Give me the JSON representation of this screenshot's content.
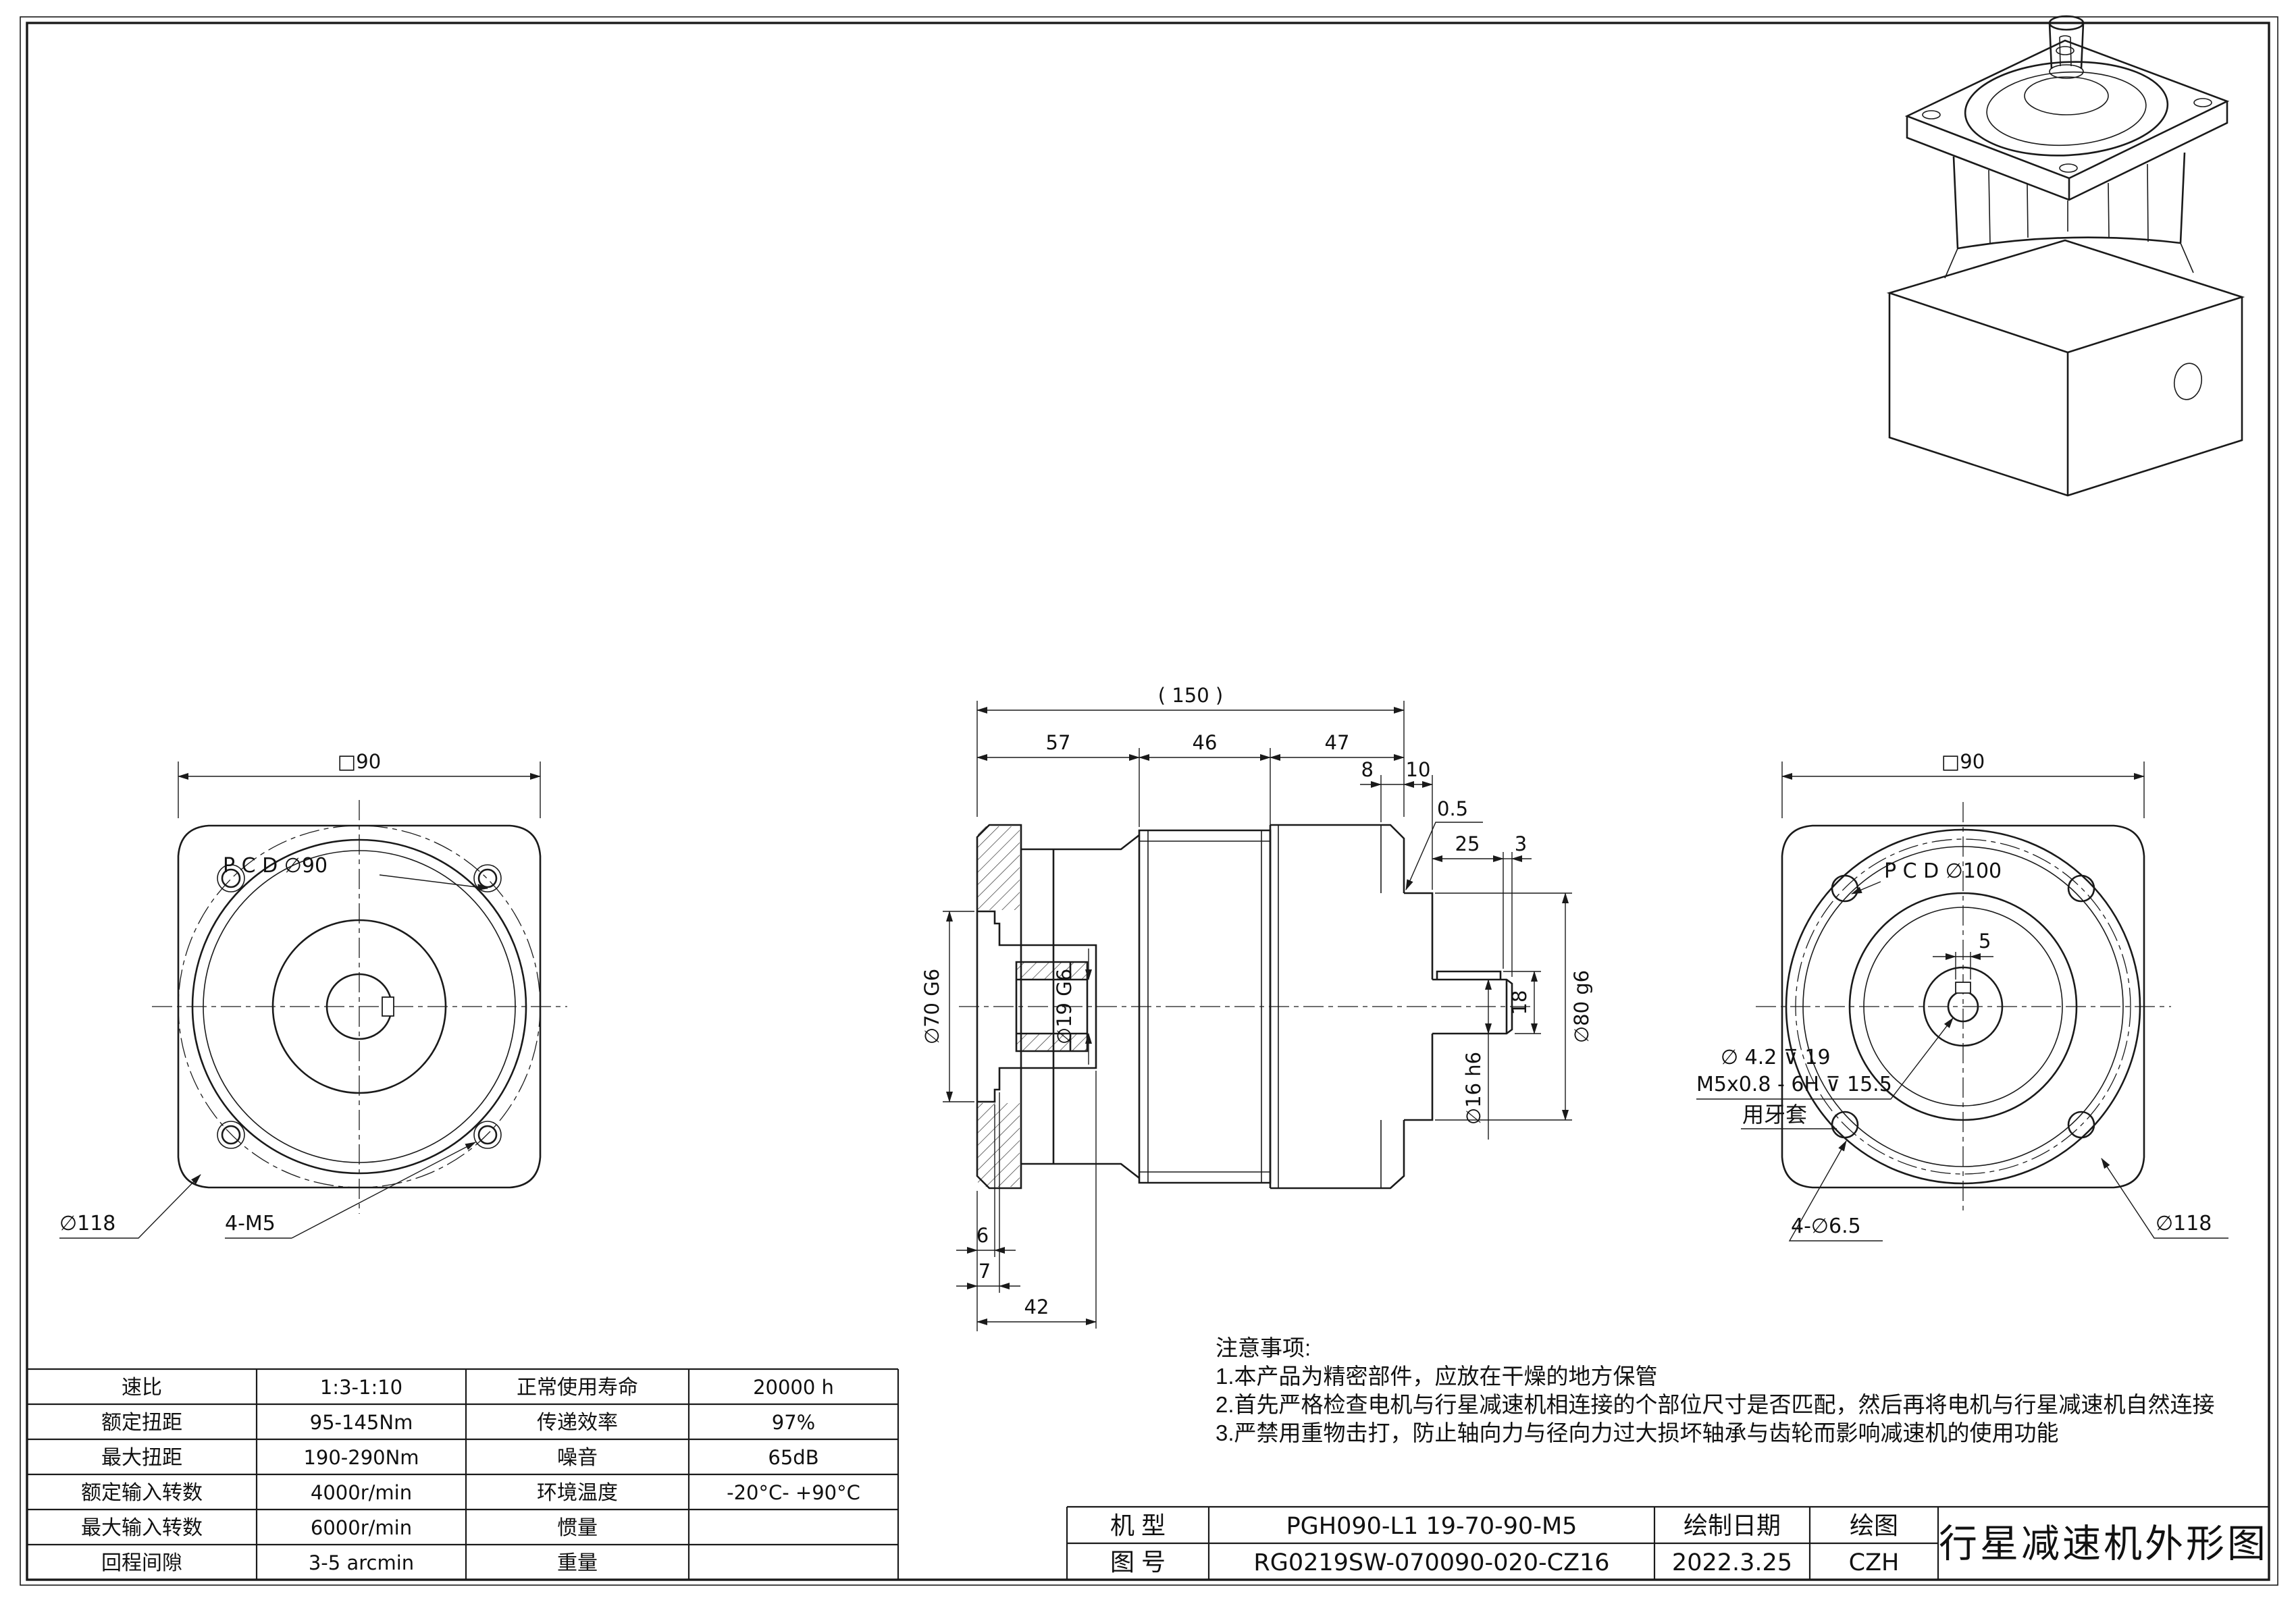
{
  "front_view": {
    "dim_square": "□90",
    "label_pcd": "P C D ∅90",
    "label_outer": "∅118",
    "label_holes": "4-M5"
  },
  "side_view": {
    "dim_overall": "( 150 )",
    "dim_seg_57": "57",
    "dim_seg_46": "46",
    "dim_seg_47": "47",
    "dim_8": "8",
    "dim_10": "10",
    "dim_0_5": "0.5",
    "dim_bore70": "∅70 G6",
    "dim_bore19": "∅19 G6",
    "dim_25": "25",
    "dim_3": "3",
    "dim_18": "18",
    "dim_shaft": "∅16 h6",
    "dim_spigot": "∅80 g6",
    "dim_6": "6",
    "dim_7": "7",
    "dim_42": "42"
  },
  "rear_view": {
    "dim_square": "□90",
    "label_pcd": "P C D ∅100",
    "dim_key_width": "5",
    "label_drill": "∅ 4.2 ⊽ 19",
    "label_tap": "M5x0.8 - 6H ⊽ 15.5",
    "label_insert": "用牙套",
    "label_holes": "4-∅6.5",
    "label_outer": "∅118"
  },
  "spec_table": {
    "rows": [
      {
        "p1": "速比",
        "v1": "1:3-1:10",
        "p2": "正常使用寿命",
        "v2": "20000 h"
      },
      {
        "p1": "额定扭距",
        "v1": "95-145Nm",
        "p2": "传递效率",
        "v2": "97%"
      },
      {
        "p1": "最大扭距",
        "v1": "190-290Nm",
        "p2": "噪音",
        "v2": "65dB"
      },
      {
        "p1": "额定输入转数",
        "v1": "4000r/min",
        "p2": "环境温度",
        "v2": "-20°C- +90°C"
      },
      {
        "p1": "最大输入转数",
        "v1": "6000r/min",
        "p2": "惯量",
        "v2": ""
      },
      {
        "p1": "回程间隙",
        "v1": "3-5 arcmin",
        "p2": "重量",
        "v2": ""
      }
    ]
  },
  "notes": {
    "heading": "注意事项:",
    "item1": "1.本产品为精密部件，应放在干燥的地方保管",
    "item2": "2.首先严格检查电机与行星减速机相连接的个部位尺寸是否匹配，然后再将电机与行星减速机自然连接",
    "item3": "3.严禁用重物击打，防止轴向力与径向力过大损坏轴承与齿轮而影响减速机的使用功能"
  },
  "title_block": {
    "model_label": "机 型",
    "model": "PGH090-L1 19-70-90-M5",
    "dwg_label": "图 号",
    "dwg_no": "RG0219SW-070090-020-CZ16",
    "date_label": "绘制日期",
    "date": "2022.3.25",
    "author_label": "绘图",
    "author": "CZH",
    "title": "行星减速机外形图"
  }
}
